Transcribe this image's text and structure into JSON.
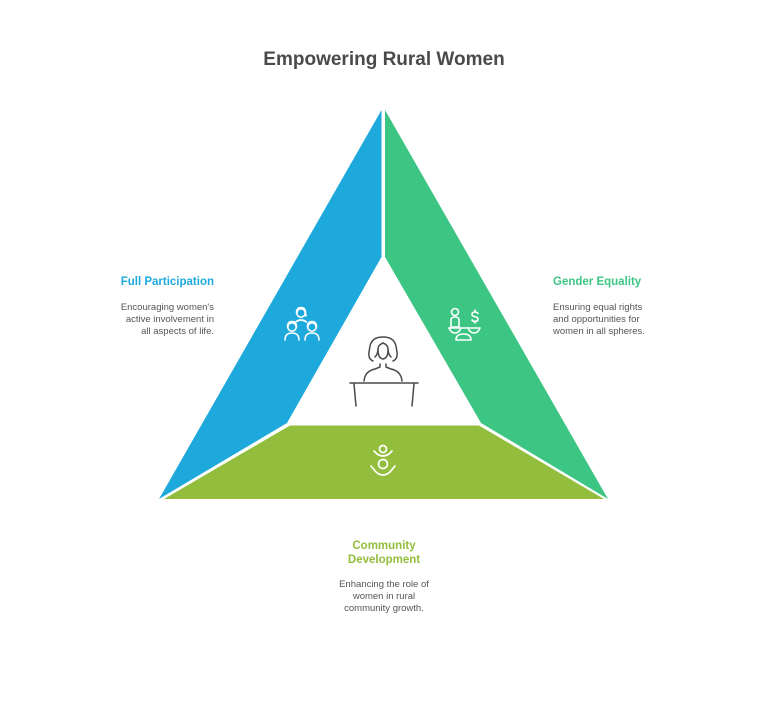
{
  "title": "Empowering Rural Women",
  "colors": {
    "participation": "#1EA9DC",
    "equality": "#3DC584",
    "community": "#93BE3D",
    "title": "#4A4A4A",
    "center_icon": "#4A4A4A"
  },
  "segments": [
    {
      "id": "full-participation",
      "title": "Full Participation",
      "description": "Encouraging women's active involvement in all aspects of life.",
      "description_lines": [
        "Encouraging women's",
        "active involvement in",
        "all aspects of life."
      ],
      "icon": "group-of-women-icon"
    },
    {
      "id": "gender-equality",
      "title": "Gender Equality",
      "description": "Ensuring equal rights and opportunities for women in all spheres.",
      "description_lines": [
        "Ensuring equal rights",
        "and opportunities for",
        "women in all spheres."
      ],
      "icon": "person-dollar-balance-scale-icon"
    },
    {
      "id": "community-development",
      "title": "Community Development",
      "title_lines": [
        "Community",
        "Development"
      ],
      "description": "Enhancing the role of women in rural community growth.",
      "description_lines": [
        "Enhancing the role of",
        "women in rural",
        "community growth."
      ],
      "icon": "community-people-icon"
    }
  ],
  "center": {
    "icon": "woman-at-podium-icon"
  }
}
